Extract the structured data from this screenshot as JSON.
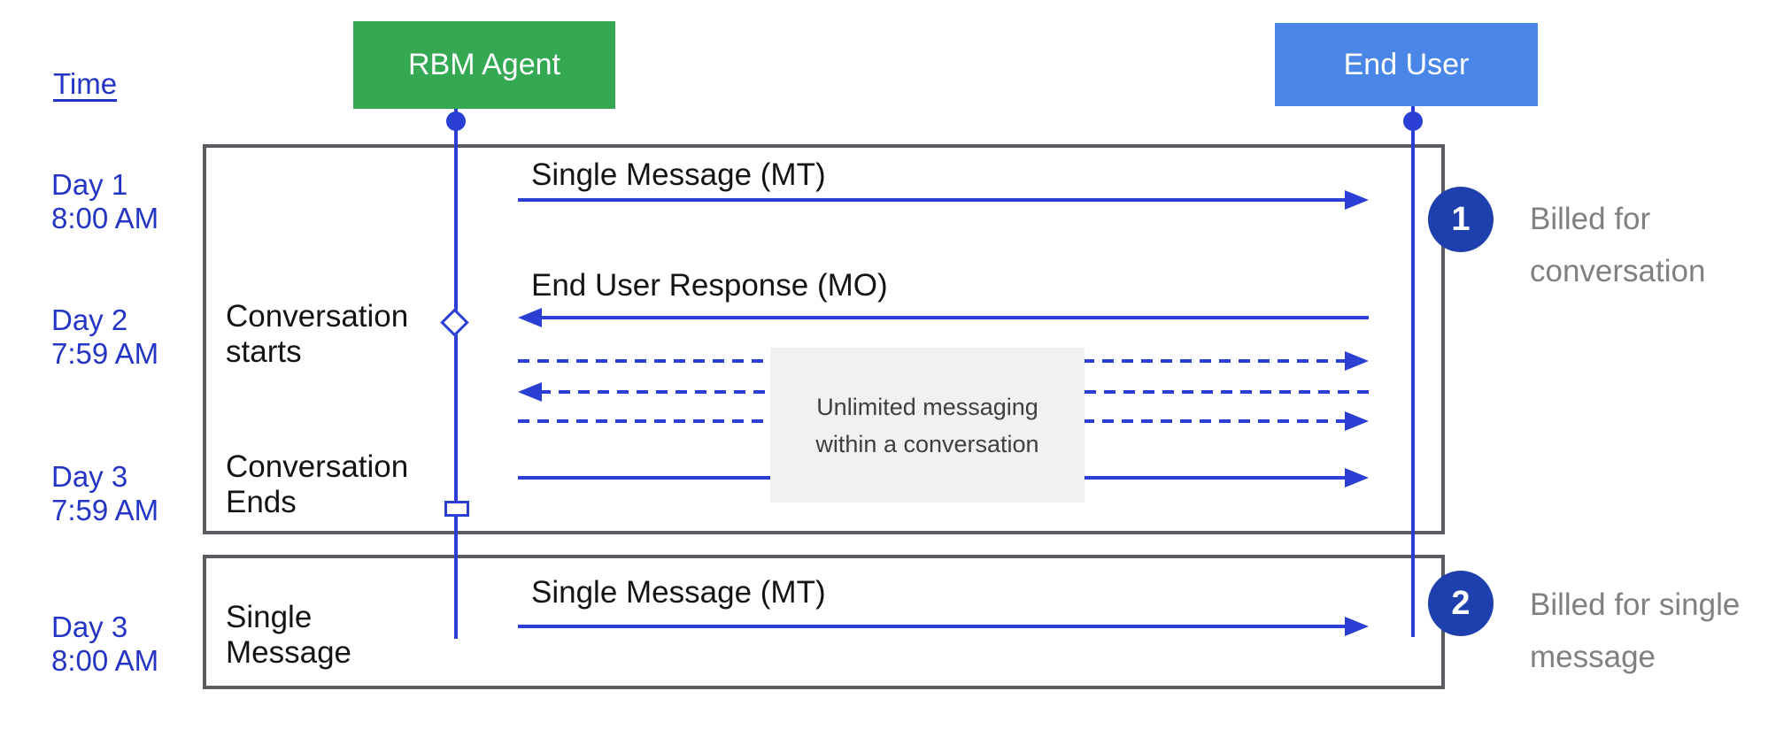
{
  "colors": {
    "agent_green": "#34a853",
    "user_blue": "#4a86e8",
    "line_blue": "#2b3fd4",
    "label_blue": "#2434c4",
    "badge_blue": "#1e3fae",
    "box_border_gray": "#595c60",
    "muted_text_gray": "#7e8184",
    "panel_gray": "#f1f1f2",
    "panel_text": "#3c4043",
    "text_black": "#141414"
  },
  "timeline": {
    "axis_label": "Time"
  },
  "actors": {
    "agent": "RBM Agent",
    "user": "End User"
  },
  "time_markers": [
    {
      "day": "Day 1",
      "time": "8:00 AM"
    },
    {
      "day": "Day 2",
      "time": "7:59 AM"
    },
    {
      "day": "Day 3",
      "time": "7:59 AM"
    },
    {
      "day": "Day 3",
      "time": "8:00 AM"
    }
  ],
  "phases": {
    "start": {
      "line1": "Conversation",
      "line2": "starts"
    },
    "end": {
      "line1": "Conversation",
      "line2": "Ends"
    },
    "single": {
      "line1": "Single",
      "line2": "Message"
    }
  },
  "messages": {
    "mt_conversation": "Single Message (MT)",
    "mo_response": "End User Response (MO)",
    "mt_single": "Single Message (MT)"
  },
  "panel": {
    "line1": "Unlimited messaging",
    "line2": "within a conversation"
  },
  "annotations": {
    "conversation": {
      "badge": "1",
      "line1": "Billed for",
      "line2": "conversation"
    },
    "single_message": {
      "badge": "2",
      "line1": "Billed for single",
      "line2": "message"
    }
  }
}
